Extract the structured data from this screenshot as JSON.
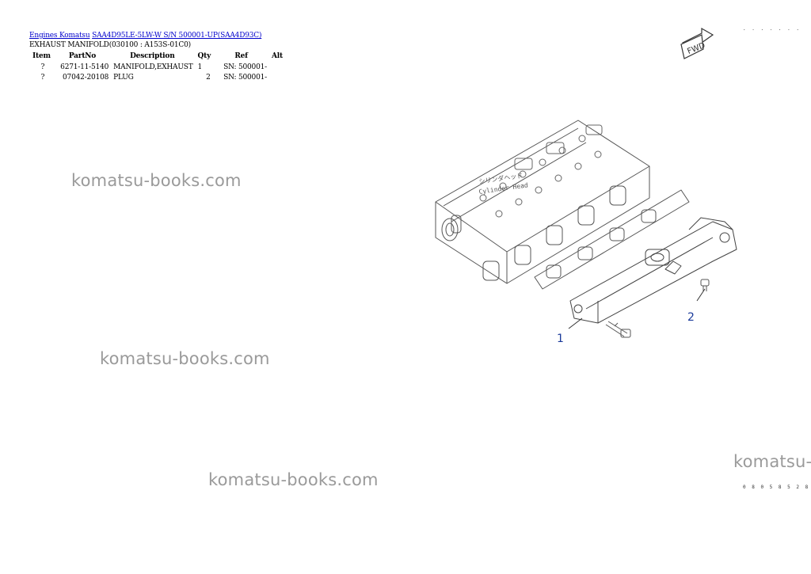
{
  "breadcrumb": {
    "link1": "Engines Komatsu",
    "link2": "SAA4D95LE-5LW-W S/N 500001-UP(SAA4D93C)"
  },
  "section_title": "EXHAUST MANIFOLD(030100 : A153S-01C0)",
  "table": {
    "headers": [
      "Item",
      "PartNo",
      "Description",
      "Qty",
      "Ref",
      "Alt"
    ],
    "rows": [
      {
        "item": "?",
        "partno": "6271-11-5140",
        "description": "MANIFOLD,EXHAUST",
        "qty": "1",
        "ref": "SN: 500001-",
        "alt": ""
      },
      {
        "item": "?",
        "partno": "07042-20108",
        "description": "PLUG",
        "qty": "2",
        "ref": "SN: 500001-",
        "alt": ""
      }
    ]
  },
  "watermarks": [
    "komatsu-books.com",
    "komatsu-books.com",
    "komatsu-books.com",
    "komatsu-"
  ],
  "diagram": {
    "callout_1": "1",
    "callout_2": "2",
    "head_label_jp": "シリンダヘッド",
    "head_label_en": "Cylinder Head",
    "fwd_label": "FWD",
    "top_code": ". . . . . . .",
    "bottom_code": "0 8 0 5 8 5 2 8"
  },
  "colors": {
    "link": "#0000cc",
    "callout": "#1a3a9a",
    "watermark": "#9a9a9a"
  }
}
